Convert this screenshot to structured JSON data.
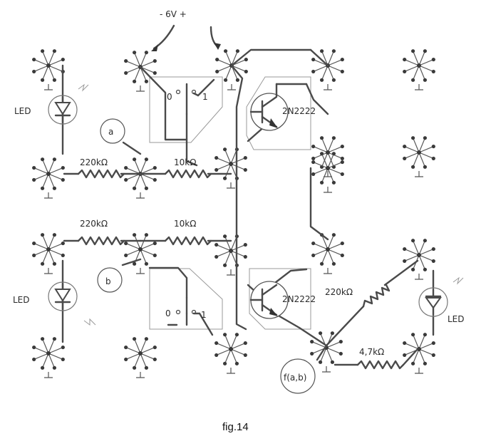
{
  "labels": {
    "supply": "- 6V +",
    "led_1": "LED",
    "led_2": "LED",
    "led_3": "LED",
    "res_220k_1": "220kΩ",
    "res_10k_1": "10kΩ",
    "res_220k_2": "220kΩ",
    "res_10k_2": "10kΩ",
    "res_220k_3": "220kΩ",
    "res_47k": "4,7kΩ",
    "transistor_1": "2N2222",
    "transistor_2": "2N2222",
    "input_a": "a",
    "input_b": "b",
    "output": "f(a,b)",
    "switch_a_off": "0",
    "switch_a_on": "1",
    "switch_b_off": "0",
    "switch_b_on": "1",
    "caption": "fig.14"
  },
  "colors": {
    "ink": "#4a4a4a",
    "paper": "#ffffff"
  }
}
